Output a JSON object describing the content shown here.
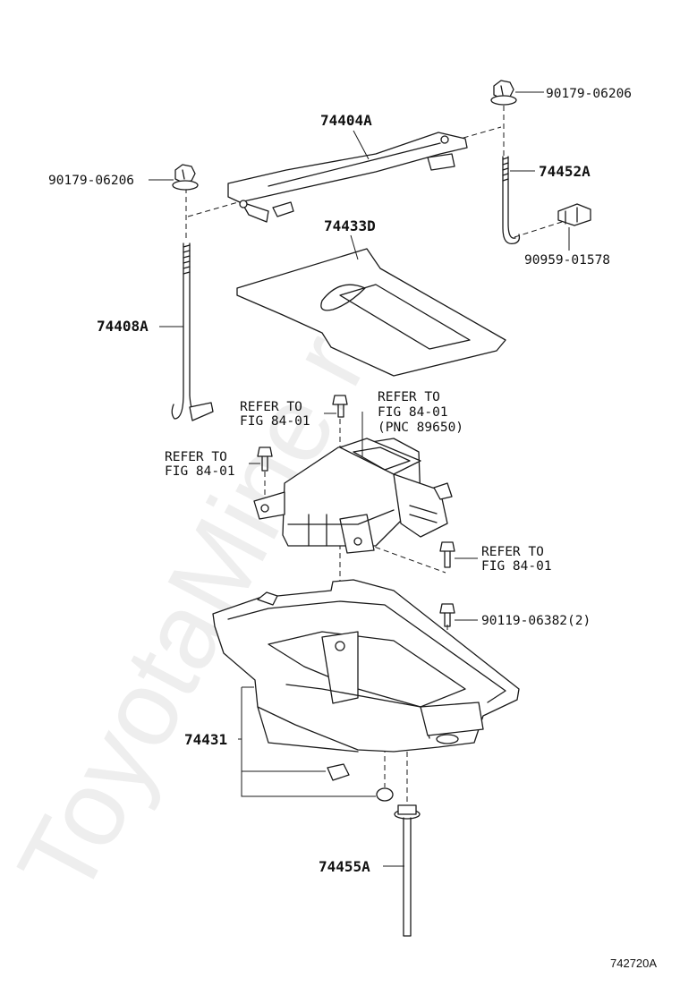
{
  "watermark": "ToyotaMine.ru",
  "figure_number": "742720A",
  "labels": {
    "p_74404A": "74404A",
    "p_90179_left": "90179-06206",
    "p_90179_right": "90179-06206",
    "p_74452A": "74452A",
    "p_74433D": "74433D",
    "p_90959": "90959-01578",
    "p_74408A": "74408A",
    "refer_a_l1": "REFER TO",
    "refer_a_l2": "FIG 84-01",
    "refer_b_l1": "REFER TO",
    "refer_b_l2": "FIG 84-01",
    "refer_b_l3": "(PNC 89650)",
    "refer_c_l1": "REFER TO",
    "refer_c_l2": "FIG 84-01",
    "refer_d_l1": "REFER TO",
    "refer_d_l2": "FIG 84-01",
    "p_90119": "90119-06382(2)",
    "p_74431": "74431",
    "p_74455A": "74455A"
  }
}
